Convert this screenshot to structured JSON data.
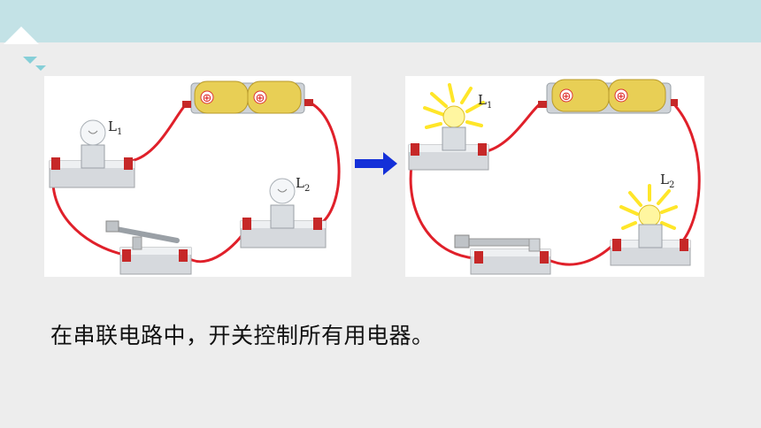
{
  "caption": "在串联电路中，开关控制所有用电器。",
  "left_circuit": {
    "lamp1_label": "L",
    "lamp1_sub": "1",
    "lamp2_label": "L",
    "lamp2_sub": "2",
    "switch_state": "open",
    "lamps_lit": false
  },
  "right_circuit": {
    "lamp1_label": "L",
    "lamp1_sub": "1",
    "lamp2_label": "L",
    "lamp2_sub": "2",
    "switch_state": "closed",
    "lamps_lit": true
  },
  "battery_terminal_symbol": "⊕",
  "colors": {
    "wire": "#e0202a",
    "arrow": "#1430d8",
    "header": "#c3e2e6",
    "battery": "#e8cf55",
    "glow": "#ffe629"
  },
  "icons": {
    "arrow": "arrow-right-icon"
  }
}
